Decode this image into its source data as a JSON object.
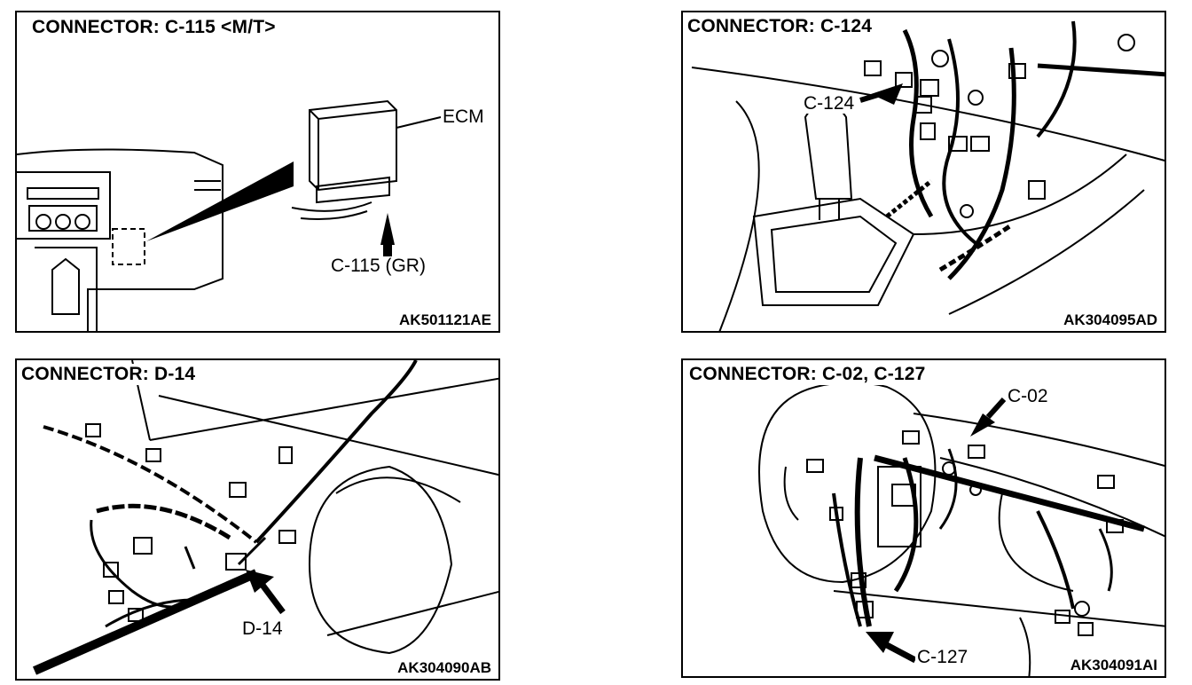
{
  "panels": [
    {
      "title": "CONNECTOR: C-115 <M/T>",
      "code": "AK501121AE",
      "callouts": [
        "ECM",
        "C-115 (GR)"
      ]
    },
    {
      "title": "CONNECTOR: C-124",
      "code": "AK304095AD",
      "callouts": [
        "C-124"
      ]
    },
    {
      "title": "CONNECTOR: D-14",
      "code": "AK304090AB",
      "callouts": [
        "D-14"
      ]
    },
    {
      "title": "CONNECTOR: C-02, C-127",
      "code": "AK304091AI",
      "callouts": [
        "C-02",
        "C-127"
      ]
    }
  ]
}
